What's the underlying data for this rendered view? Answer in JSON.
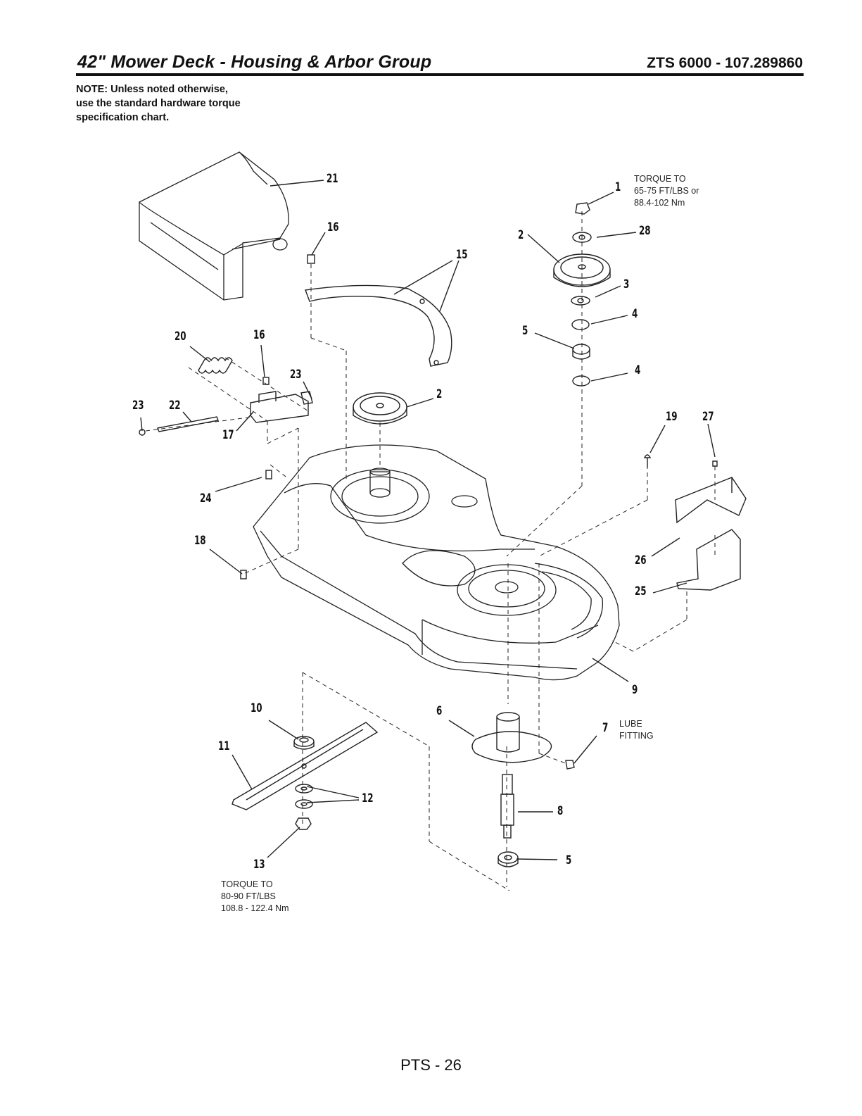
{
  "header": {
    "title": "42\" Mower Deck - Housing & Arbor Group",
    "model": "ZTS 6000 - 107.289860"
  },
  "note": "NOTE: Unless noted otherwise,\nuse the standard hardware torque\nspecification chart.",
  "annotations": {
    "torque_top": "TORQUE TO\n65-75 FT/LBS or\n88.4-102 Nm",
    "torque_bottom": "TORQUE TO\n80-90 FT/LBS\n108.8 - 122.4 Nm",
    "lube": "LUBE\nFITTING"
  },
  "callouts": [
    "21",
    "16",
    "15",
    "1",
    "28",
    "2",
    "3",
    "4",
    "5",
    "4",
    "20",
    "16",
    "23",
    "2",
    "23",
    "22",
    "17",
    "19",
    "27",
    "24",
    "26",
    "18",
    "25",
    "9",
    "10",
    "6",
    "7",
    "11",
    "12",
    "8",
    "13",
    "5"
  ],
  "footer": {
    "page": "PTS - 26"
  }
}
